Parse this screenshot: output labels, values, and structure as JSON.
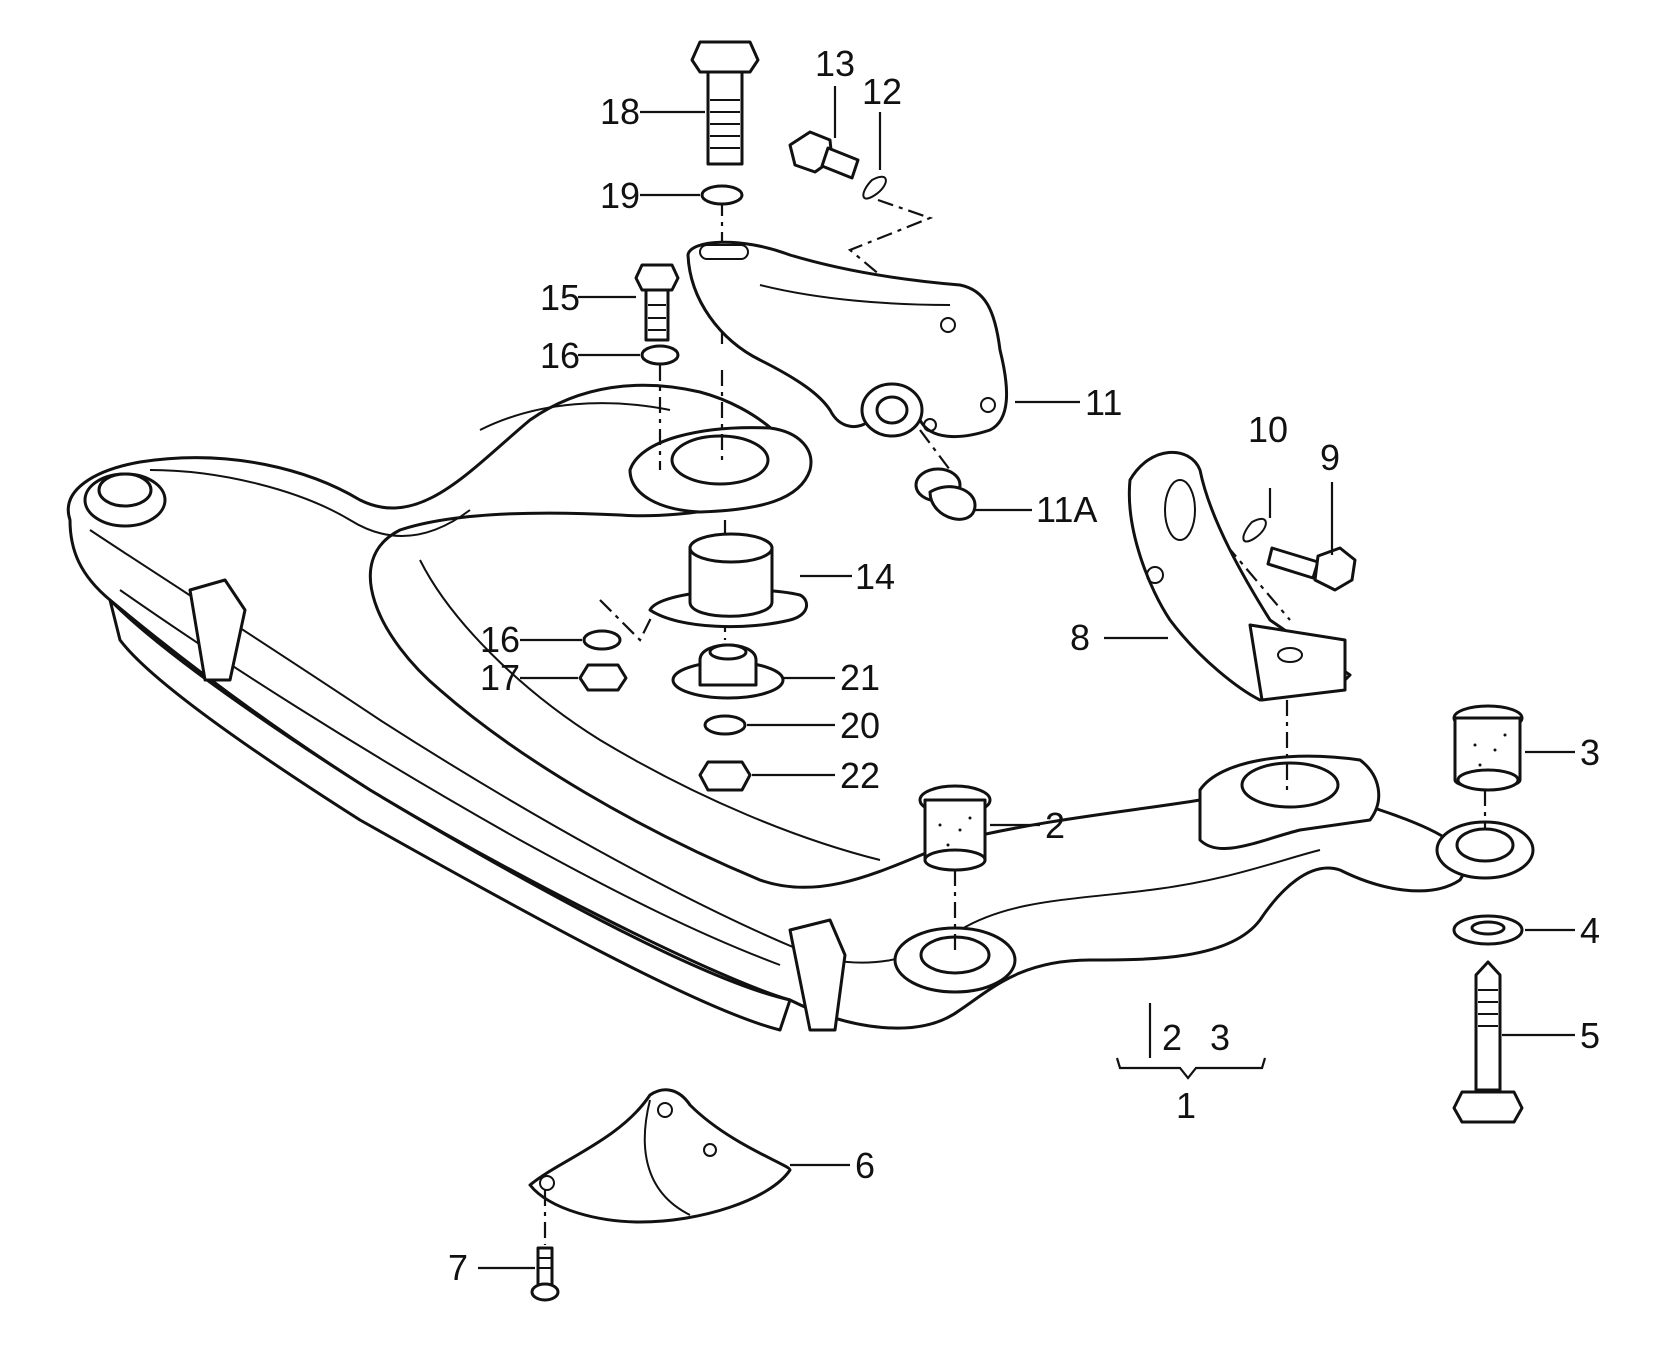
{
  "diagram": {
    "callouts": {
      "c1": "1",
      "c2": "2",
      "c3": "3",
      "c4": "4",
      "c5": "5",
      "c6": "6",
      "c7": "7",
      "c8": "8",
      "c9": "9",
      "c10": "10",
      "c11": "11",
      "c11a": "11A",
      "c12": "12",
      "c13": "13",
      "c14": "14",
      "c15": "15",
      "c16a": "16",
      "c16b": "16",
      "c17": "17",
      "c18": "18",
      "c19": "19",
      "c20": "20",
      "c21": "21",
      "c22": "22",
      "group_2": "2",
      "group_3": "3"
    }
  }
}
